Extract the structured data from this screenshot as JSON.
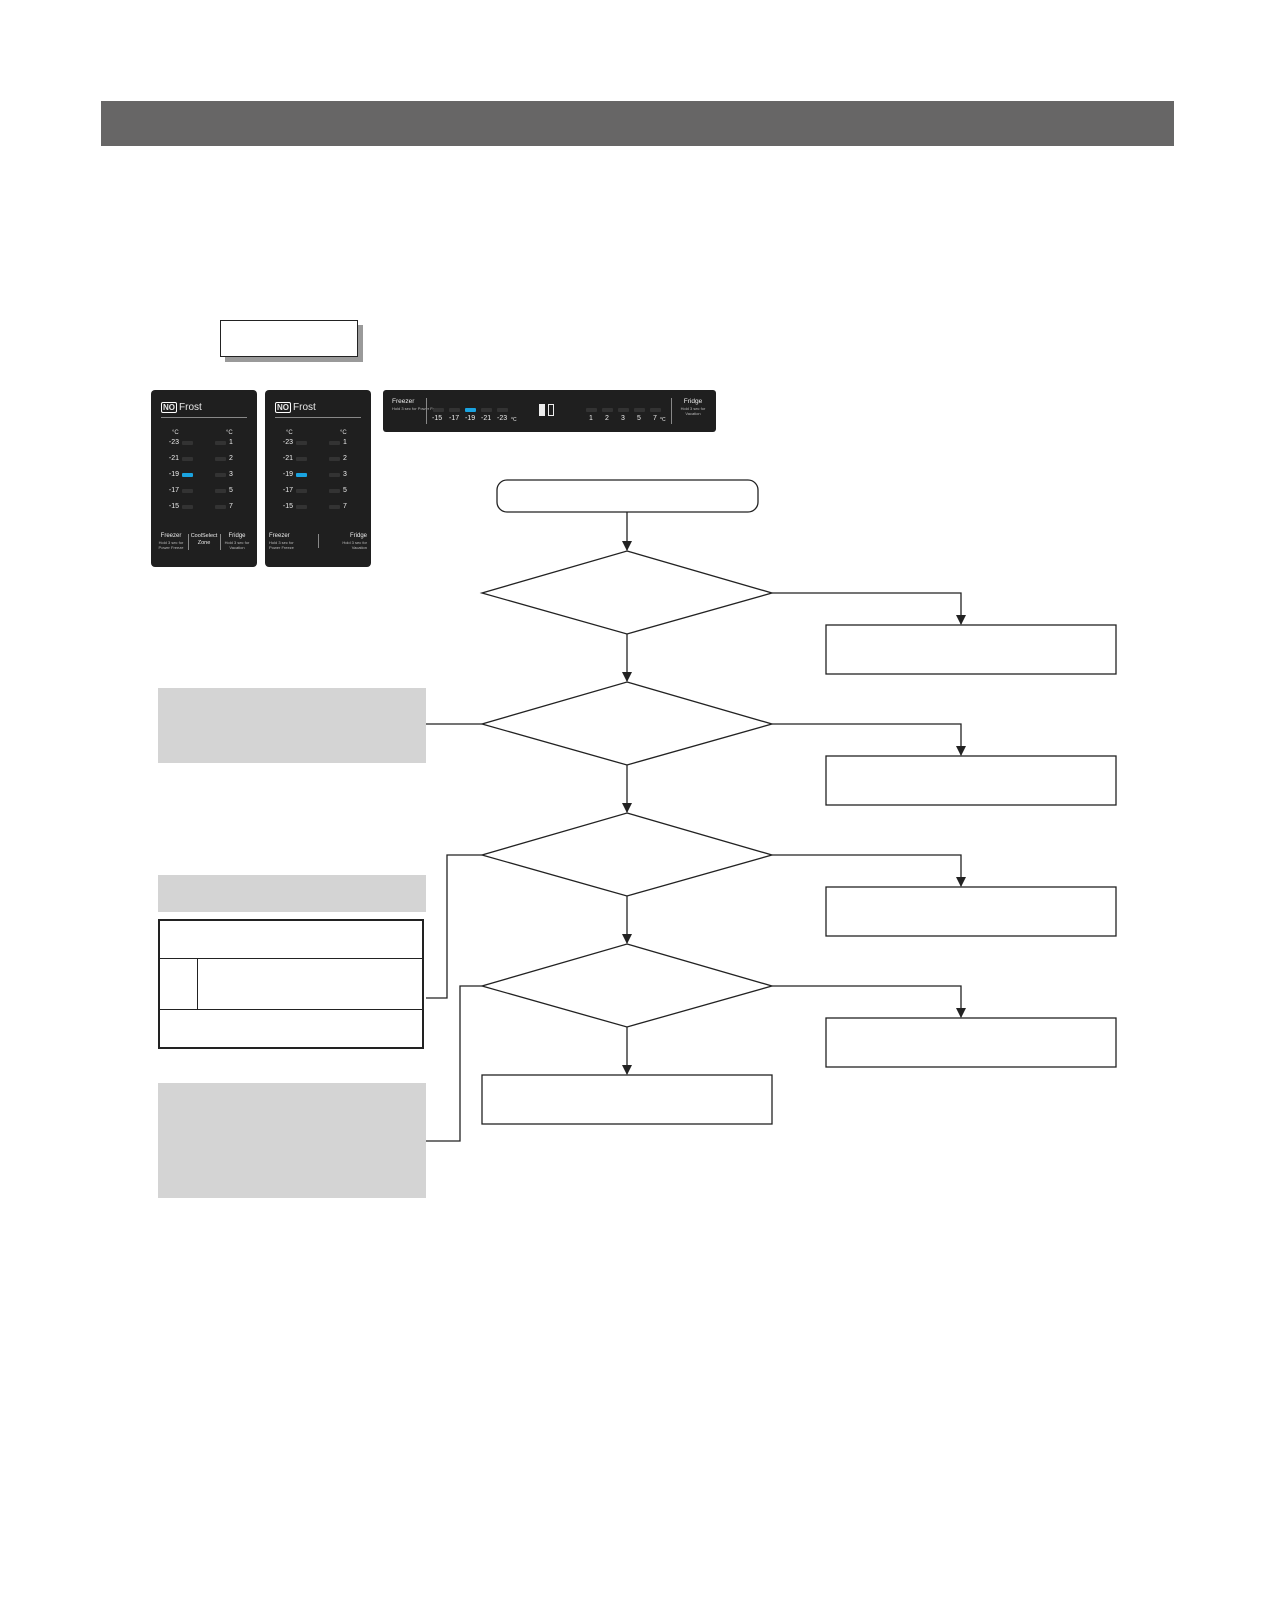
{
  "panels": {
    "logo_badge": "NO",
    "logo_word": "Frost",
    "unit": "°C",
    "freezer_values": [
      "-23",
      "-21",
      "-19",
      "-17",
      "-15"
    ],
    "fridge_values": [
      "1",
      "2",
      "3",
      "5",
      "7"
    ],
    "active_index": 2,
    "panel1": {
      "freezer": "Freezer",
      "freezer_hint": "Hold 3 sec for Power Freeze",
      "zone": "CoolSelect Zone",
      "fridge": "Fridge",
      "fridge_hint": "Hold 3 sec for Vacation"
    },
    "panel2": {
      "freezer": "Freezer",
      "freezer_hint": "Hold 3 sec for Power Freeze",
      "fridge": "Fridge",
      "fridge_hint": "Hold 3 sec for Vacation"
    },
    "panel_h": {
      "freezer": "Freezer",
      "freezer_hint": "Hold 3 sec for Power Freeze",
      "freezer_values": [
        "-15",
        "-17",
        "-19",
        "-21",
        "-23"
      ],
      "freezer_active_index": 2,
      "unit": "°C",
      "fridge": "Fridge",
      "fridge_hint": "Hold 3 sec for Vacation",
      "fridge_values": [
        "1",
        "2",
        "3",
        "5",
        "7"
      ]
    }
  },
  "colors": {
    "header": "#676666",
    "panel": "#1f1f1f",
    "segment_on": "#1aa3e0",
    "note_fill": "#d4d4d4"
  }
}
